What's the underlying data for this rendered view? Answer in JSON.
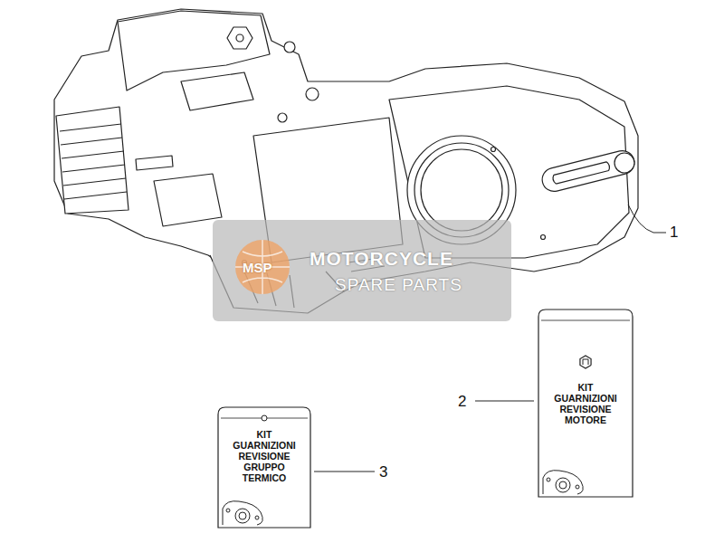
{
  "diagram": {
    "nodes": [
      {
        "text": [
          "KIT GUARNIZIONI REVISIONE MOTORE"
        ]
      },
      {
        "text": [
          "KIT GUARNIZIONI REVISIONE GRUPPO TERMICO"
        ]
      }
    ],
    "labels": [
      "1",
      "2",
      "3",
      "MSP",
      "MOTORCYCLE",
      "SPARE PARTS"
    ]
  }
}
